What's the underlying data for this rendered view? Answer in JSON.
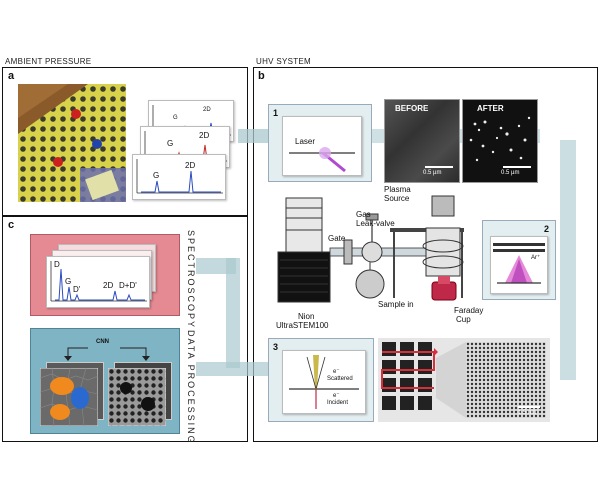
{
  "sections": {
    "ambient_title": "AMBIENT PRESSURE",
    "uhv_title": "UHV SYSTEM"
  },
  "panels": {
    "a": "a",
    "b": "b",
    "c": "c"
  },
  "panel_a": {
    "spectra": [
      {
        "peak1": "G",
        "peak2": "2D"
      },
      {
        "peak1": "G",
        "peak2": "2D"
      },
      {
        "peak1": "G",
        "peak2": "2D"
      }
    ]
  },
  "panel_c": {
    "spectroscopy_label": "SPECTROSCOPY",
    "data_processing_label": "DATA PROCESSING",
    "spectrum_labels": {
      "d": "D",
      "g": "G",
      "dprime": "D'",
      "twod": "2D",
      "ddprime": "D+D'"
    },
    "cnn_label": "CNN"
  },
  "panel_b": {
    "step1": {
      "number": "1",
      "laser_label": "Laser"
    },
    "before_label": "BEFORE",
    "after_label": "AFTER",
    "scale_before": "0.5 µm",
    "scale_after": "0.5 µm",
    "plasma_source_line1": "Plasma",
    "plasma_source_line2": "Source",
    "gas_line1": "Gas",
    "gas_line2": "Leak-valve",
    "gate_label": "Gate",
    "nion_line1": "Nion",
    "nion_line2": "UltraSTEM100",
    "sample_in_label": "Sample in",
    "faraday_line1": "Faraday",
    "faraday_line2": "Cup",
    "step2": {
      "number": "2",
      "ion_label": "Ar⁺"
    },
    "step3": {
      "number": "3",
      "scattered_line1": "e⁻",
      "scattered_line2": "Scattered",
      "incident_line1": "e⁻",
      "incident_line2": "Incident"
    },
    "scale_lattice": "1.5 nm"
  },
  "colors": {
    "connector": "#a9c9cf",
    "panel_c_pink": "#e58a92",
    "panel_c_teal": "#7fb4c4",
    "laser": "#b04ad0",
    "plasma": "#d060c8",
    "faraday": "#c0284a",
    "lattice_red": "#d8303a",
    "wafer": "#d8d24a"
  }
}
